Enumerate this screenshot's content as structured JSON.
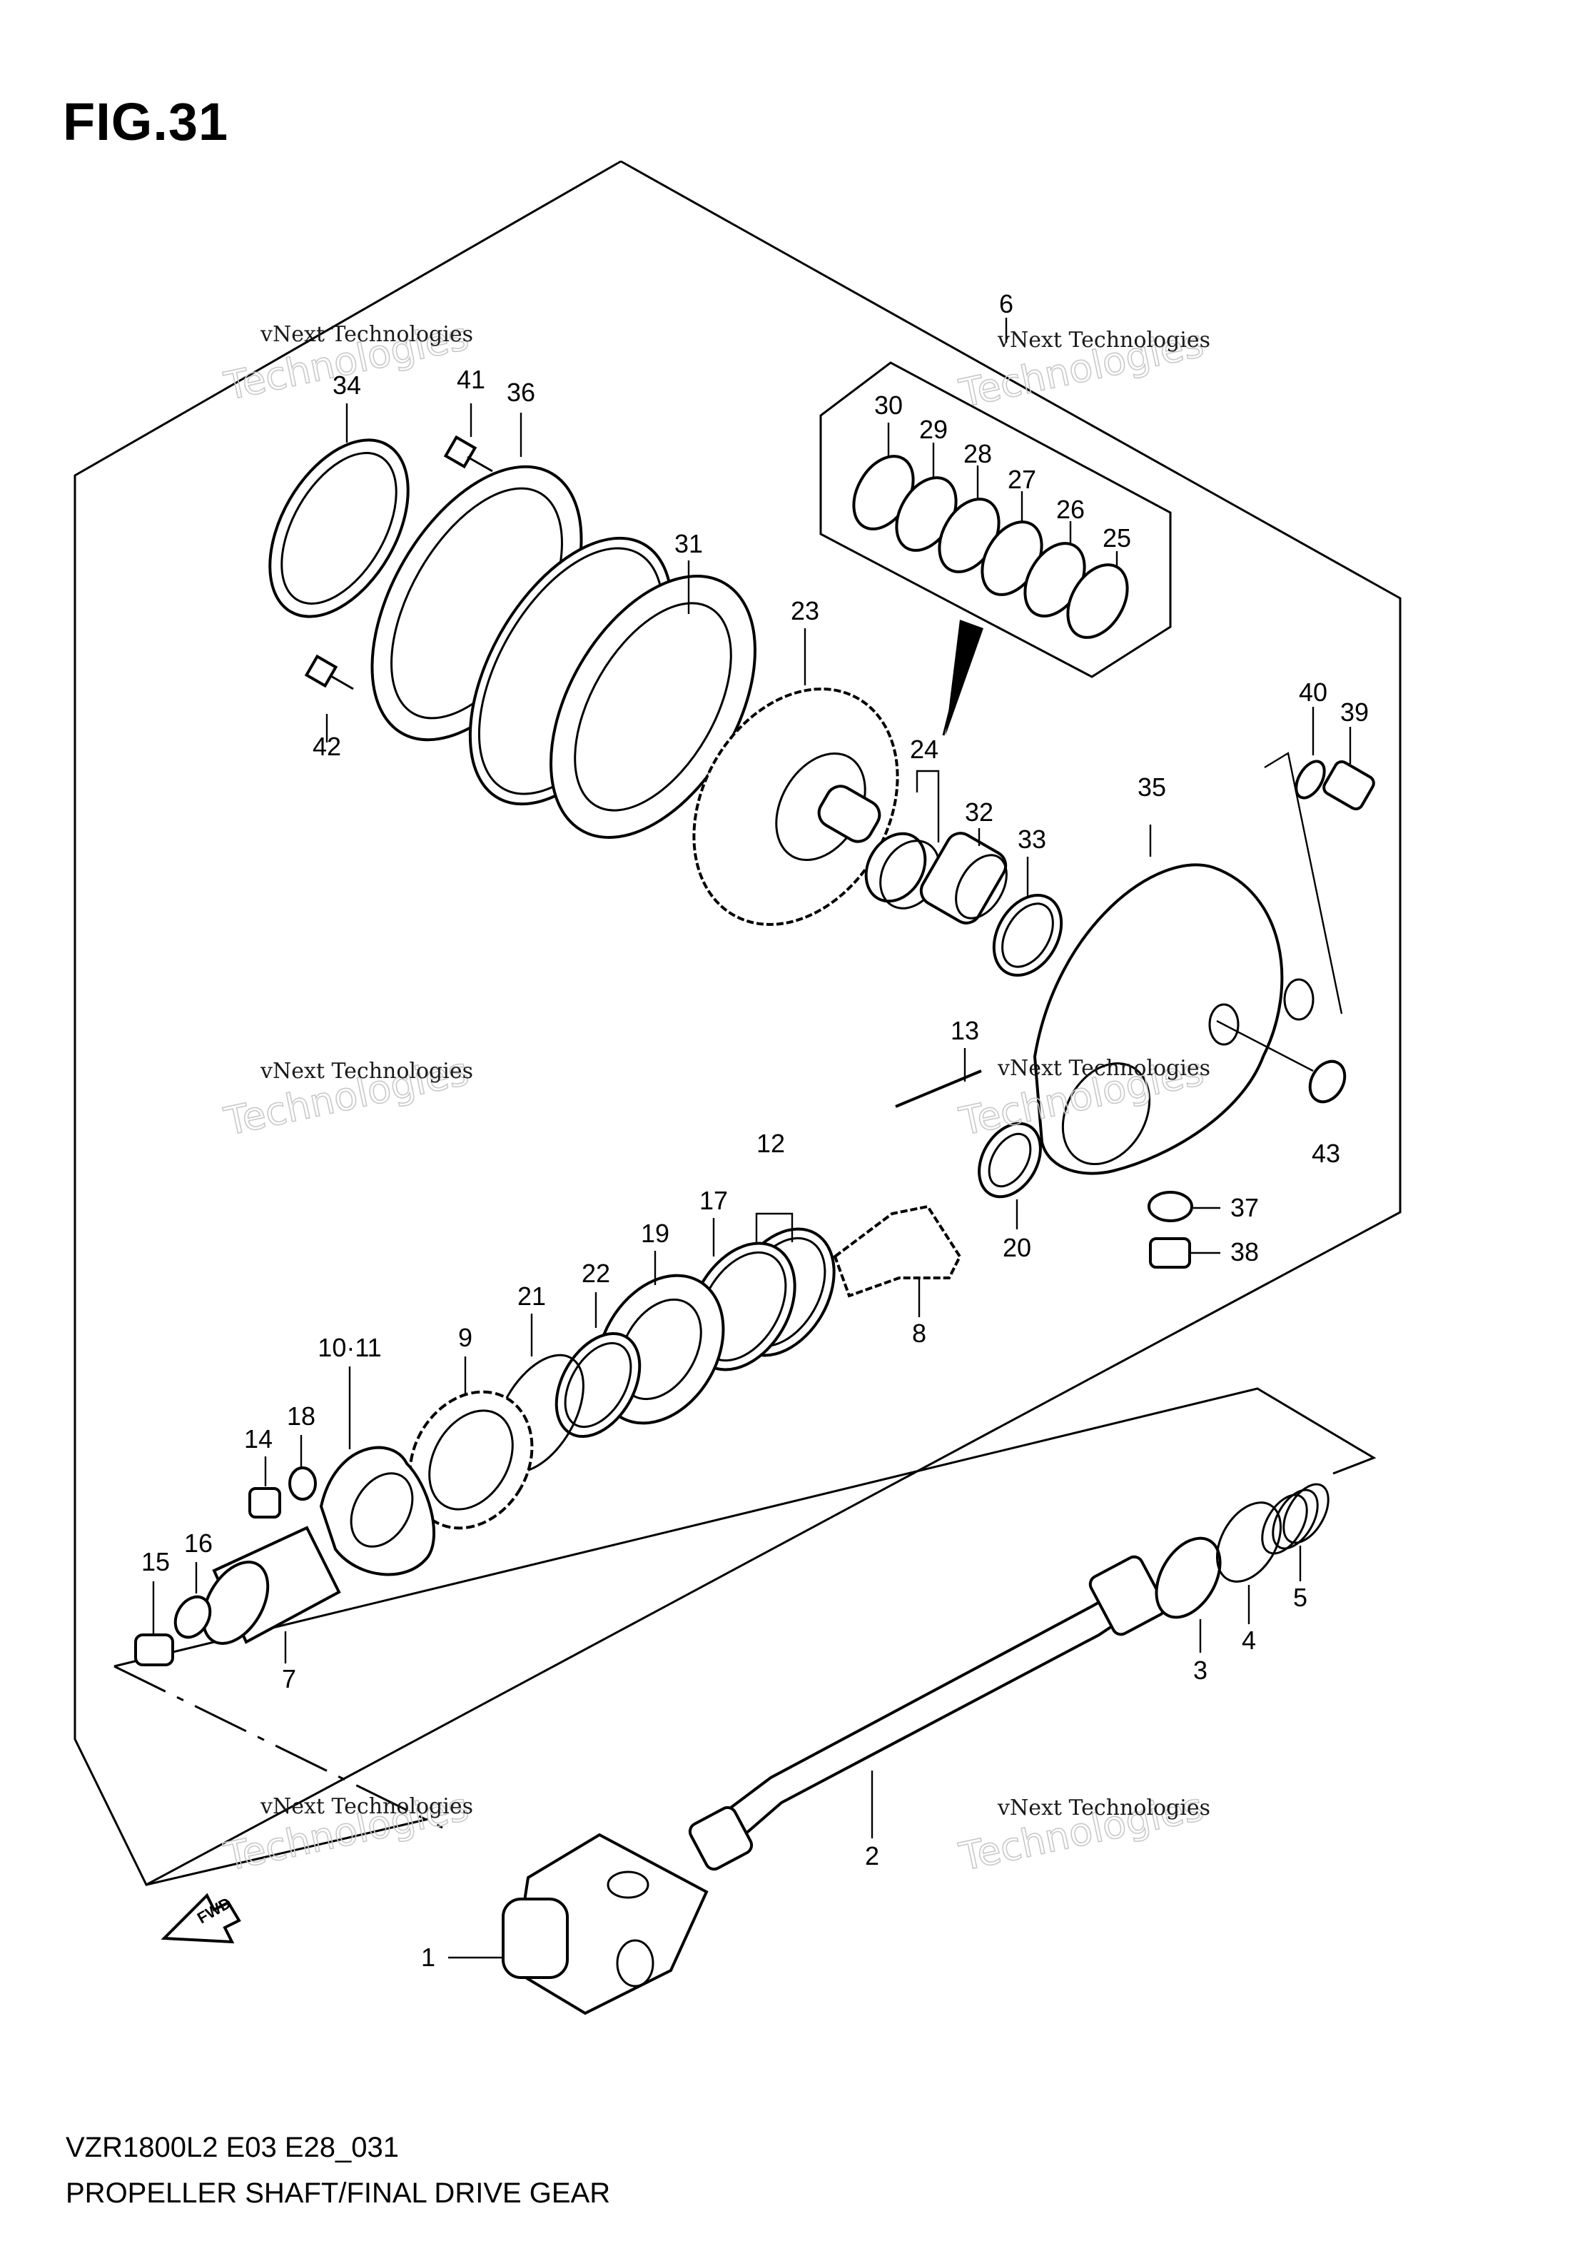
{
  "figure": {
    "title": "FIG.31",
    "model_code": "VZR1800L2 E03 E28_031",
    "description": "PROPELLER SHAFT/FINAL DRIVE GEAR",
    "watermark_line1": "vNext Technologies",
    "watermark_line2": "Technologies",
    "fwd_label": "FWD"
  },
  "callouts": {
    "c1": "1",
    "c2": "2",
    "c3": "3",
    "c4": "4",
    "c5": "5",
    "c6": "6",
    "c7": "7",
    "c8": "8",
    "c9": "9",
    "c10_11": "10·11",
    "c12": "12",
    "c13": "13",
    "c14": "14",
    "c15": "15",
    "c16": "16",
    "c17": "17",
    "c18": "18",
    "c19": "19",
    "c20": "20",
    "c21": "21",
    "c22": "22",
    "c23": "23",
    "c24": "24",
    "c25": "25",
    "c26": "26",
    "c27": "27",
    "c28": "28",
    "c29": "29",
    "c30": "30",
    "c31": "31",
    "c32": "32",
    "c33": "33",
    "c34": "34",
    "c35": "35",
    "c36": "36",
    "c37": "37",
    "c38": "38",
    "c39": "39",
    "c40": "40",
    "c41": "41",
    "c42": "42",
    "c43": "43"
  }
}
